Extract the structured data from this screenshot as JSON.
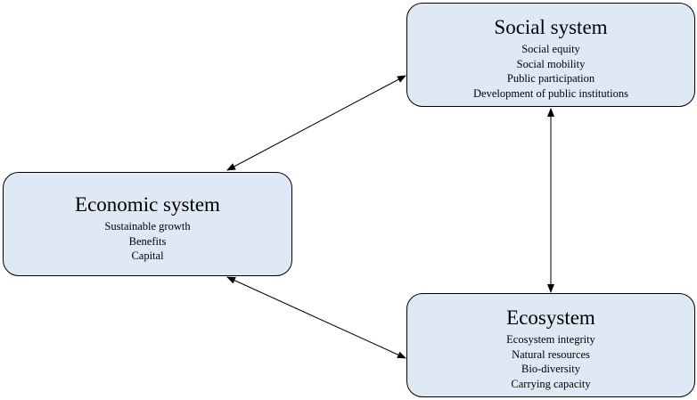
{
  "nodes": {
    "social": {
      "title": "Social system",
      "items": [
        "Social equity",
        "Social mobility",
        "Public participation",
        "Development of public institutions"
      ]
    },
    "economic": {
      "title": "Economic system",
      "items": [
        "Sustainable growth",
        "Benefits",
        "Capital"
      ]
    },
    "eco": {
      "title": "Ecosystem",
      "items": [
        "Ecosystem integrity",
        "Natural resources",
        "Bio-diversity",
        "Carrying capacity"
      ]
    }
  },
  "edges": [
    {
      "from": "economic",
      "to": "social",
      "direction": "bidirectional"
    },
    {
      "from": "social",
      "to": "eco",
      "direction": "bidirectional"
    },
    {
      "from": "economic",
      "to": "eco",
      "direction": "bidirectional"
    }
  ],
  "colors": {
    "node_fill": "#dfe9f5",
    "node_border": "#000000",
    "arrow": "#000000"
  }
}
